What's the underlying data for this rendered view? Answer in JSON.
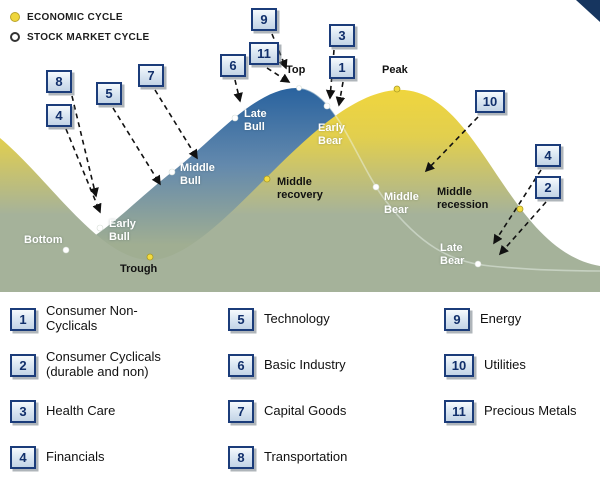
{
  "cycle_legend": {
    "economic": "ECONOMIC CYCLE",
    "stock": "STOCK MARKET CYCLE"
  },
  "phases": {
    "bottom": "Bottom",
    "early_bull": "Early Bull",
    "trough": "Trough",
    "middle_bull": "Middle Bull",
    "late_bull": "Late Bull",
    "top": "Top",
    "early_bear": "Early Bear",
    "middle_recovery": "Middle recovery",
    "peak": "Peak",
    "middle_bear": "Middle Bear",
    "middle_recession": "Middle recession",
    "late_bear": "Late Bear"
  },
  "sectors": [
    {
      "num": "1",
      "label": "Consumer Non-Cyclicals"
    },
    {
      "num": "2",
      "label": "Consumer Cyclicals (durable and non)"
    },
    {
      "num": "3",
      "label": "Health Care"
    },
    {
      "num": "4",
      "label": "Financials"
    },
    {
      "num": "5",
      "label": "Technology"
    },
    {
      "num": "6",
      "label": "Basic Industry"
    },
    {
      "num": "7",
      "label": "Capital Goods"
    },
    {
      "num": "8",
      "label": "Transportation"
    },
    {
      "num": "9",
      "label": "Energy"
    },
    {
      "num": "10",
      "label": "Utilities"
    },
    {
      "num": "11",
      "label": "Precious Metals"
    }
  ],
  "colors": {
    "economic_yellow": "#efd63d",
    "stock_blue": "#2b64a0",
    "ground_green": "#a5b29a",
    "box_border_navy": "#1b3c7a"
  }
}
